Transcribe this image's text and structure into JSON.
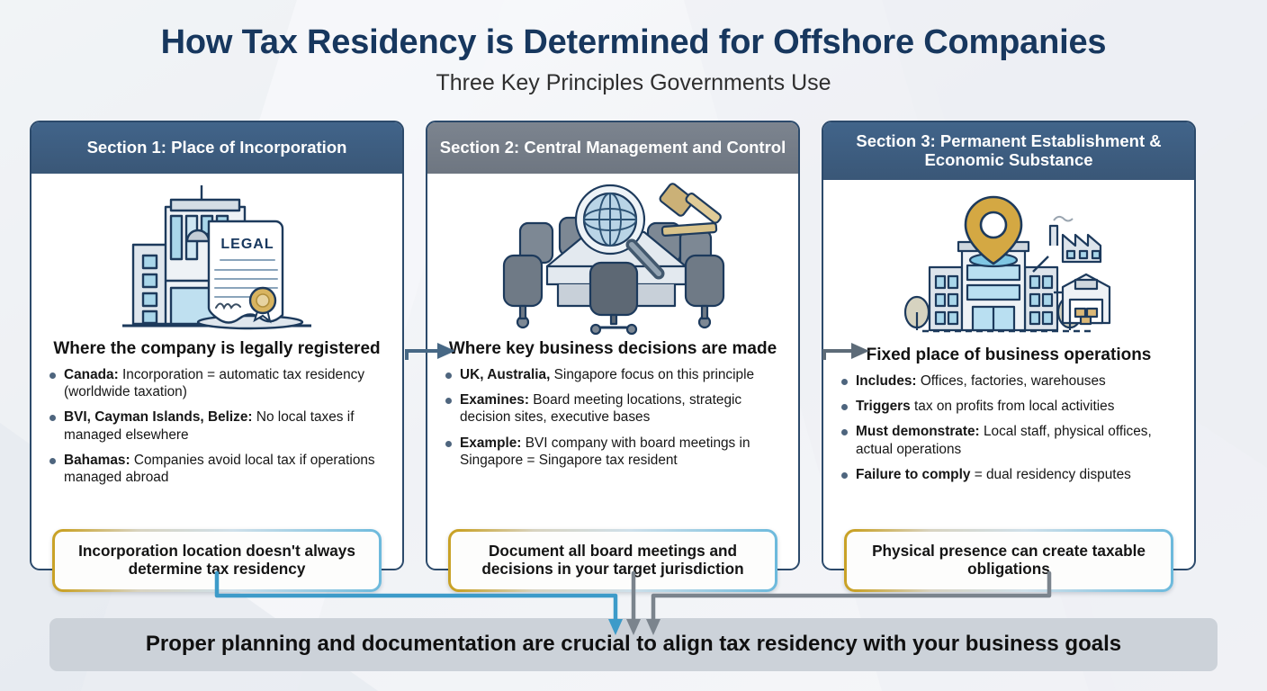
{
  "header": {
    "title": "How Tax Residency is Determined for Offshore Companies",
    "subtitle": "Three Key Principles Governments Use"
  },
  "colors": {
    "title": "#17375e",
    "section1_header_bg": "#3d5f7f",
    "section2_header_bg": "#767e89",
    "section3_header_bg": "#3d5f7f",
    "card_border": "#2c4a6b",
    "bullet": "#4e657e",
    "callout_border_left": "#c9a227",
    "callout_border_right": "#6cb9dc",
    "banner_bg": "#ccd2d9",
    "arrow_blue": "#3d9bc9",
    "arrow_gray": "#7b848d",
    "accent_gold": "#d4a843"
  },
  "sections": [
    {
      "header": "Section 1: Place of Incorporation",
      "header_style": "blue",
      "icon": "office-building-legal-certificate-icon",
      "lead": "Where the company is legally registered",
      "bullets": [
        {
          "bold": "Canada:",
          "text": " Incorporation = automatic tax residency (worldwide taxation)"
        },
        {
          "bold": "BVI, Cayman Islands, Belize:",
          "text": " No local taxes if managed elsewhere"
        },
        {
          "bold": "Bahamas:",
          "text": " Companies avoid local tax if operations managed abroad"
        }
      ],
      "callout": "Incorporation location doesn't always determine tax residency"
    },
    {
      "header": "Section 2: Central Management and Control",
      "header_style": "gray",
      "icon": "boardroom-globe-gavel-icon",
      "lead": "Where key business decisions are made",
      "bullets": [
        {
          "bold": "UK, Australia,",
          "text": " Singapore focus on this principle"
        },
        {
          "bold": "Examines:",
          "text": " Board meeting locations, strategic decision sites, executive bases"
        },
        {
          "bold": "Example:",
          "text": " BVI company with board meetings in Singapore = Singapore tax resident"
        }
      ],
      "callout": "Document all board meetings and decisions in your target jurisdiction"
    },
    {
      "header": "Section 3: Permanent Establishment & Economic Substance",
      "header_style": "blue",
      "icon": "office-factory-warehouse-location-pin-icon",
      "lead": "Fixed place of business operations",
      "bullets": [
        {
          "bold": "Includes:",
          "text": " Offices, factories, warehouses"
        },
        {
          "bold": "Triggers",
          "text": " tax on profits from local activities"
        },
        {
          "bold": "Must demonstrate:",
          "text": " Local staff, physical offices, actual operations"
        },
        {
          "bold": "Failure to comply",
          "text": " = dual residency disputes"
        }
      ],
      "callout": "Physical presence can create taxable obligations"
    }
  ],
  "banner": {
    "text": "Proper planning and documentation are crucial to align tax residency with your business goals"
  }
}
